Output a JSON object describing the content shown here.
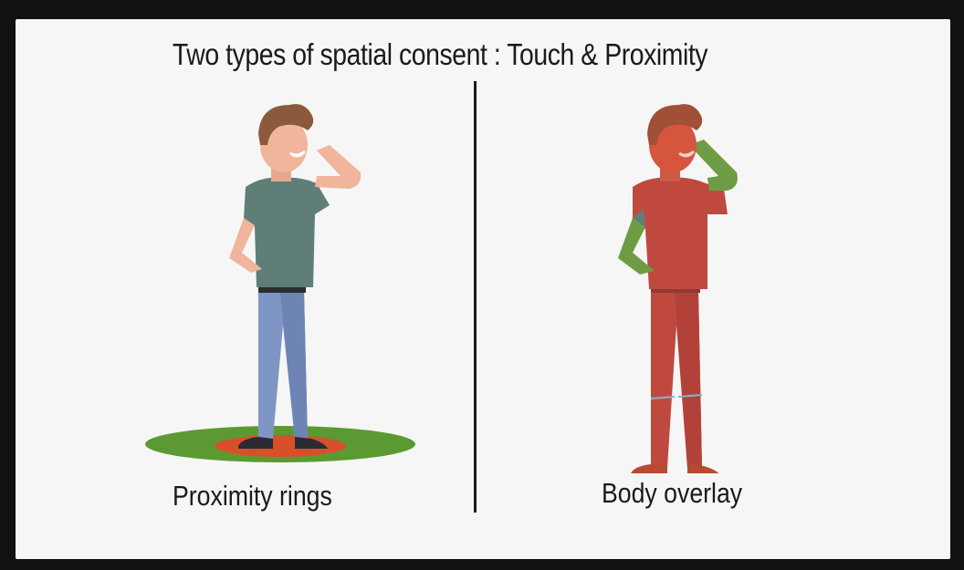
{
  "title": "Two types of spatial consent : Touch & Proximity",
  "panels": [
    {
      "label": "Proximity rings"
    },
    {
      "label": "Body overlay"
    }
  ],
  "colors": {
    "background": "#f6f6f6",
    "frame": "#111111",
    "outer_ring": "#5b9a32",
    "inner_ring": "#d8502a",
    "overlay_red": "#c0493f",
    "overlay_green": "#6e9c44",
    "shirt": "#5f7e78",
    "jeans": "#7f96c4",
    "skin": "#f0b59a",
    "hair": "#8b5a3c"
  }
}
